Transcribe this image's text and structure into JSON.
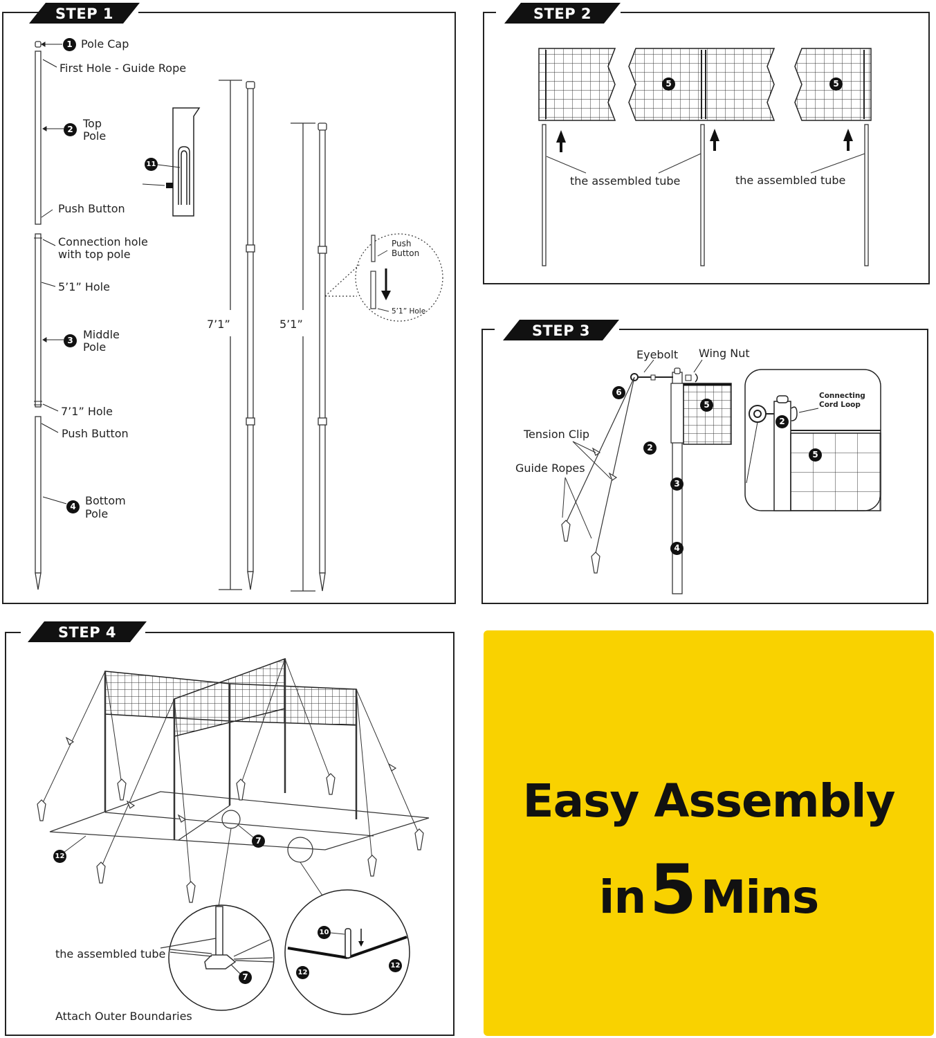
{
  "steps": {
    "step1": {
      "title": "STEP 1"
    },
    "step2": {
      "title": "STEP 2"
    },
    "step3": {
      "title": "STEP 3"
    },
    "step4": {
      "title": "STEP 4"
    }
  },
  "step1": {
    "pole_cap": "Pole Cap",
    "first_hole": "First Hole - Guide Rope",
    "top_pole_l1": "Top",
    "top_pole_l2": "Pole",
    "push_button_1": "Push Button",
    "connection_l1": "Connection hole",
    "connection_l2": "with top pole",
    "hole_5": "5’1” Hole",
    "middle_l1": "Middle",
    "middle_l2": "Pole",
    "hole_7": "7’1” Hole",
    "push_button_2": "Push Button",
    "bottom_l1": "Bottom",
    "bottom_l2": "Pole",
    "height_7": "7’1”",
    "height_5": "5’1”",
    "detail_push_l1": "Push",
    "detail_push_l2": "Button",
    "detail_hole": "5’1” Hole",
    "badges": {
      "b1": "1",
      "b2": "2",
      "b3": "3",
      "b4": "4",
      "b11": "11"
    }
  },
  "step2": {
    "tube_label_1": "the assembled tube",
    "tube_label_2": "the assembled tube",
    "badge_a": "5",
    "badge_b": "5"
  },
  "step3": {
    "eyebolt": "Eyebolt",
    "wing_nut": "Wing Nut",
    "tension_clip": "Tension Clip",
    "guide_ropes": "Guide Ropes",
    "cord_l1": "Connecting",
    "cord_l2": "Cord Loop",
    "badges": {
      "b6": "6",
      "b5": "5",
      "b2": "2",
      "b3": "3",
      "b4": "4",
      "d2": "2",
      "d5": "5"
    }
  },
  "step4": {
    "tube_label": "the assembled tube",
    "attach": "Attach Outer Boundaries",
    "badges": {
      "b12a": "12",
      "b7a": "7",
      "b7b": "7",
      "b10": "10",
      "b12b": "12",
      "b12c": "12"
    }
  },
  "promo": {
    "line1": "Easy Assembly",
    "line2_a": "in",
    "line2_b": "5",
    "line2_c": "Mins",
    "background": "#f9d200"
  }
}
